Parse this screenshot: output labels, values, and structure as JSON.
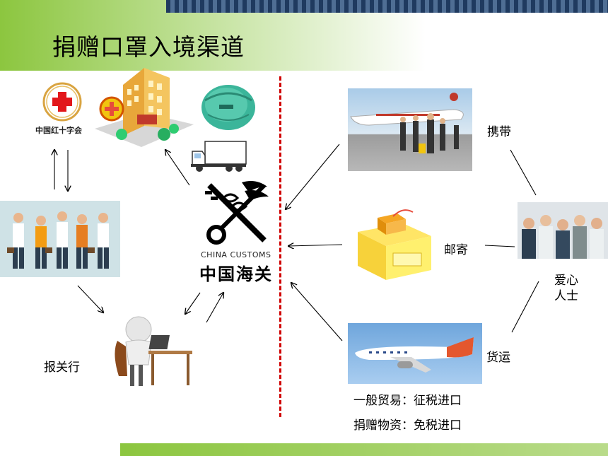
{
  "title": "捐赠口罩入境渠道",
  "red_cross": {
    "text": "中国红十字会"
  },
  "customs": {
    "en": "CHINA CUSTOMS",
    "zh": "中国海关"
  },
  "labels": {
    "carry": "携带",
    "mail": "邮寄",
    "cargo": "货运",
    "donors": "爱心\n人士",
    "broker": "报关行",
    "trade": "一般贸易：征税进口",
    "donation": "捐赠物资：免税进口"
  },
  "colors": {
    "accent_green": "#8cc63f",
    "divider_red": "#d00000"
  }
}
